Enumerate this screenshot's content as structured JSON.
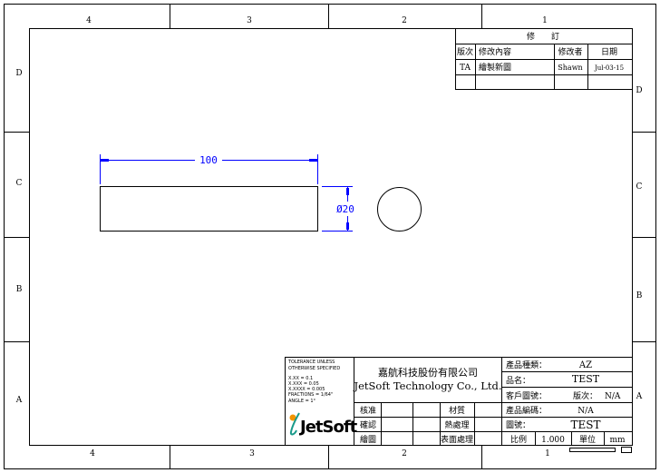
{
  "zones": {
    "top": [
      "4",
      "3",
      "2",
      "1"
    ],
    "bottom": [
      "4",
      "3",
      "2",
      "1"
    ],
    "left": [
      "D",
      "C",
      "B",
      "A"
    ],
    "right": [
      "D",
      "C",
      "B",
      "A"
    ]
  },
  "revision": {
    "title": "修　　訂",
    "headers": [
      "版次",
      "修改內容",
      "修改者",
      "日期"
    ],
    "rows": [
      [
        "TA",
        "繪製新圖",
        "Shawn",
        "Jul-03-15"
      ]
    ]
  },
  "drawing": {
    "length_dim": "100",
    "diameter_dim": "Ø20"
  },
  "tolerance": {
    "title1": "TOLERANCE UNLESS",
    "title2": "OTHERWISE SPECIFIED",
    "lines": [
      "X.XX    = 0.1",
      "X.XXX   = 0.05",
      "X.XXXX  = 0.005",
      "FRACTIONS = 1/64\"",
      "ANGLE     = 1°"
    ]
  },
  "logo": {
    "text": "JetSoft",
    "accent": "#f29400",
    "teal": "#1a9a8a"
  },
  "company": {
    "name_zh": "嘉航科技股份有限公司",
    "name_en": "JetSoft Technology Co., Ltd."
  },
  "approvals": {
    "checked": "核准",
    "confirmed": "確認",
    "drawn": "繪圖",
    "material": "材質",
    "heat_treatment": "熱處理",
    "surface_treatment": "表面處理"
  },
  "info": {
    "product_type_label": "產品種類：",
    "product_type": "AZ",
    "name_label": "品名：",
    "name": "TEST",
    "customer_drawing_label": "客戶圖號：",
    "version_label": "版次：",
    "version": "N/A",
    "product_code_label": "產品編碼：",
    "product_code": "N/A",
    "drawing_no_label": "圖號：",
    "drawing_no": "TEST",
    "scale_label": "比例",
    "scale": "1.000",
    "unit_label": "單位",
    "unit": "mm"
  }
}
